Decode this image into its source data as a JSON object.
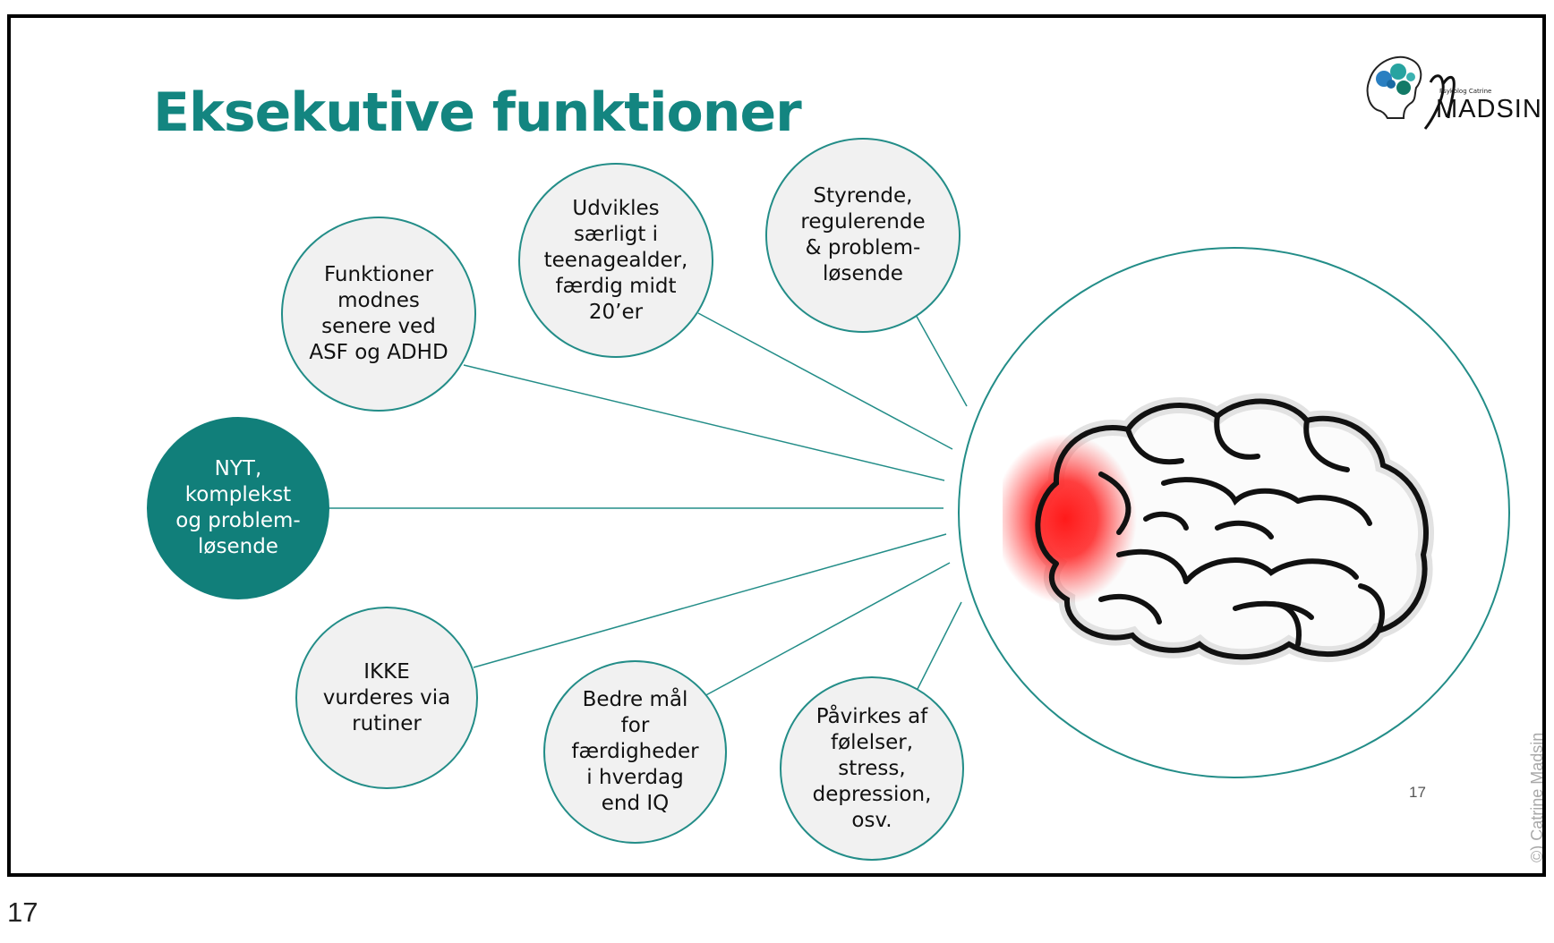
{
  "slide": {
    "title": "Eksekutive funktioner",
    "slide_number": "17",
    "copyright": "©) Catrine Madsin",
    "page_number": "17"
  },
  "logo": {
    "subtitle": "Psykolog Catrine",
    "name": "MADSIN"
  },
  "bubbles": [
    {
      "text": "Funktioner\nmodnes\nsenere ved\nASF og ADHD"
    },
    {
      "text": "Udvikles\nsærligt i\nteenagealder,\nfærdig midt\n20’er"
    },
    {
      "text": "Styrende,\nregulerende\n& problem-\nløsende"
    },
    {
      "text": "NYT,\nkomplekst\nog problem-\nløsende"
    },
    {
      "text": "IKKE\nvurderes via\nrutiner"
    },
    {
      "text": "Bedre mål\nfor\nfærdigheder\ni hverdag\nend IQ"
    },
    {
      "text": "Påvirkes af\nfølelser,\nstress,\ndepression,\nosv."
    }
  ],
  "colors": {
    "teal": "#117f7a",
    "title_teal": "#138580",
    "line": "#238d88",
    "bubble_fill": "#f1f1f1",
    "highlight_red": "#ff1a1a"
  },
  "icons": [
    "brain-icon",
    "logo-head-icon"
  ]
}
